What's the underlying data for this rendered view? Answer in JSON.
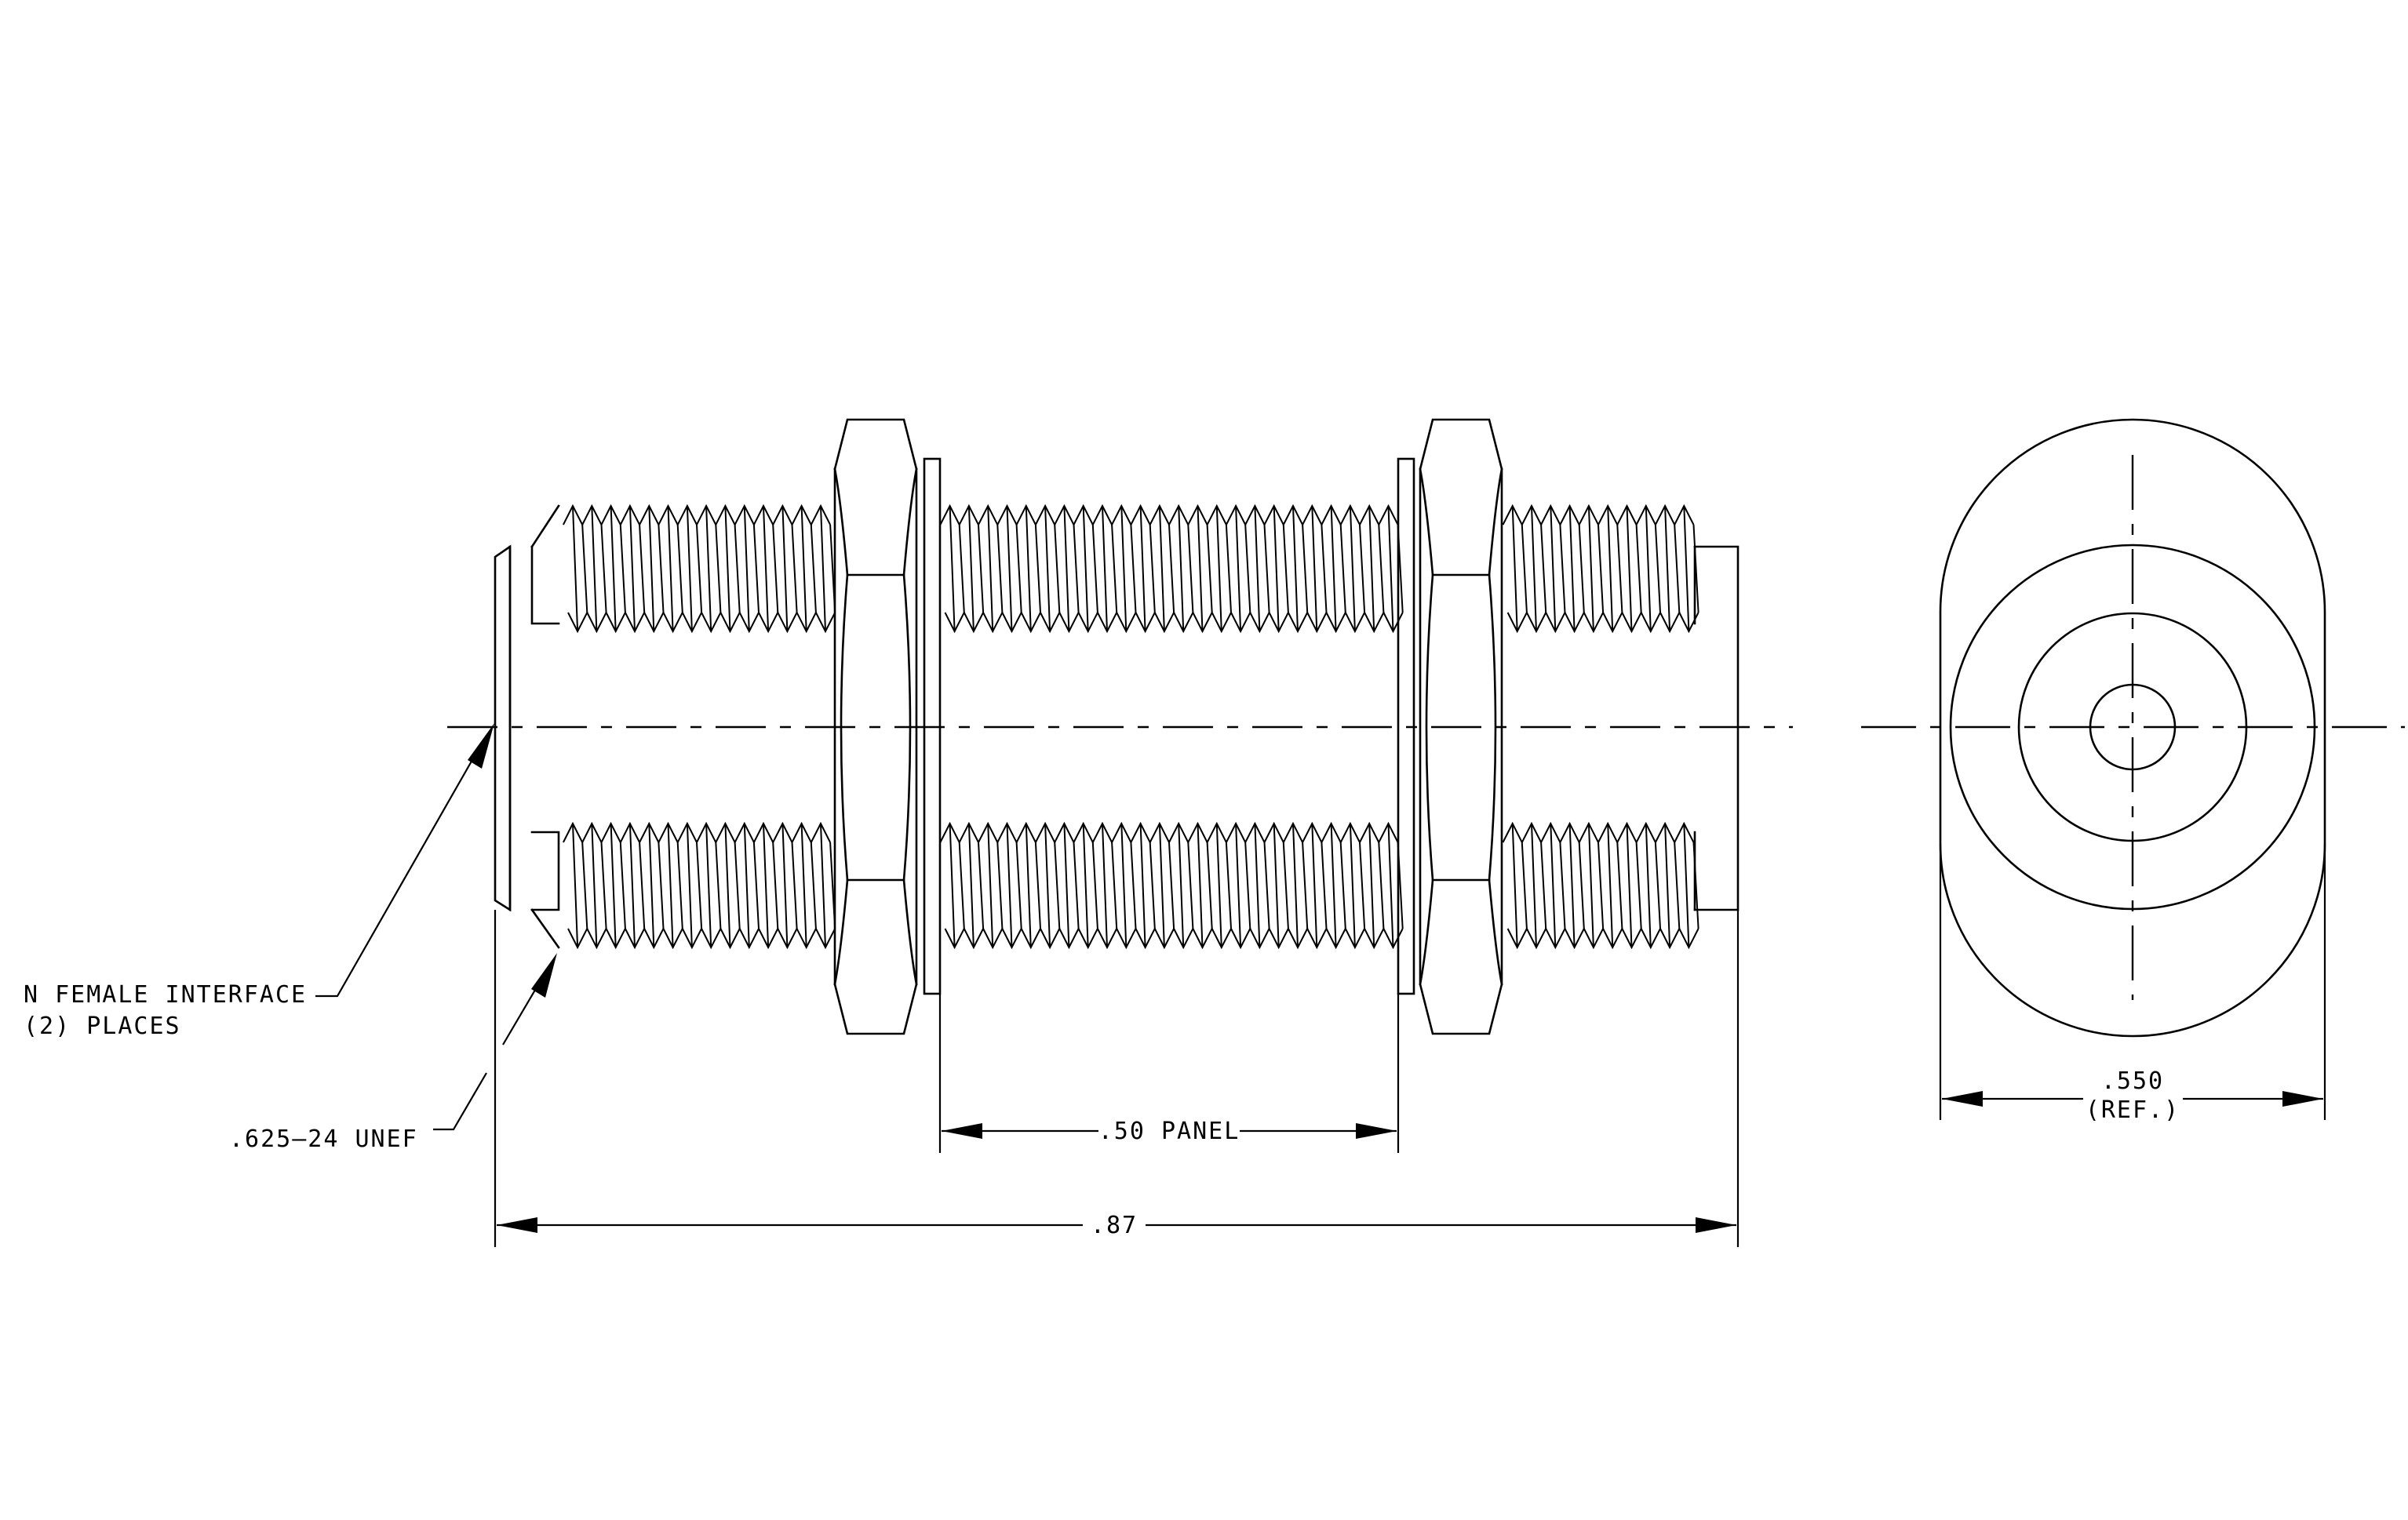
{
  "callouts": {
    "interface_line1": "N FEMALE INTERFACE",
    "interface_line2": "(2)  PLACES",
    "thread": ".625—24 UNEF"
  },
  "dimensions": {
    "panel": ".50 PANEL",
    "overall": ".87",
    "diameter_value": ".550",
    "diameter_note": "(REF.)"
  }
}
